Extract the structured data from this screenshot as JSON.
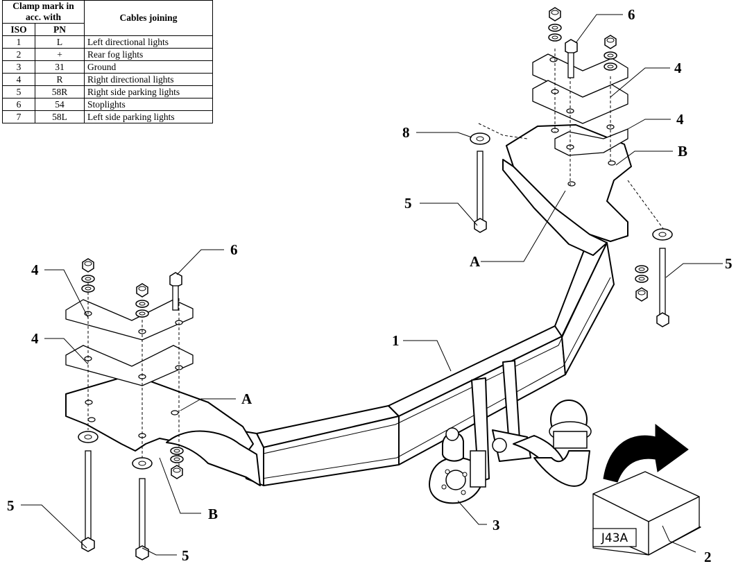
{
  "table": {
    "header_group": "Clamp mark in acc. with",
    "header_iso": "ISO",
    "header_pn": "PN",
    "header_desc": "Cables joining",
    "rows": [
      {
        "iso": "1",
        "pn": "L",
        "desc": "Left directional lights"
      },
      {
        "iso": "2",
        "pn": "+",
        "desc": "Rear fog lights"
      },
      {
        "iso": "3",
        "pn": "31",
        "desc": "Ground"
      },
      {
        "iso": "4",
        "pn": "R",
        "desc": "Right directional lights"
      },
      {
        "iso": "5",
        "pn": "58R",
        "desc": "Right side parking lights"
      },
      {
        "iso": "6",
        "pn": "54",
        "desc": "Stoplights"
      },
      {
        "iso": "7",
        "pn": "58L",
        "desc": "Left side parking lights"
      }
    ]
  },
  "callouts": {
    "part_1": "1",
    "part_2": "2",
    "part_3": "3",
    "part_4": "4",
    "part_5": "5",
    "part_6": "6",
    "part_8": "8",
    "mark_a": "A",
    "mark_b": "B"
  },
  "package_code": "J43A"
}
